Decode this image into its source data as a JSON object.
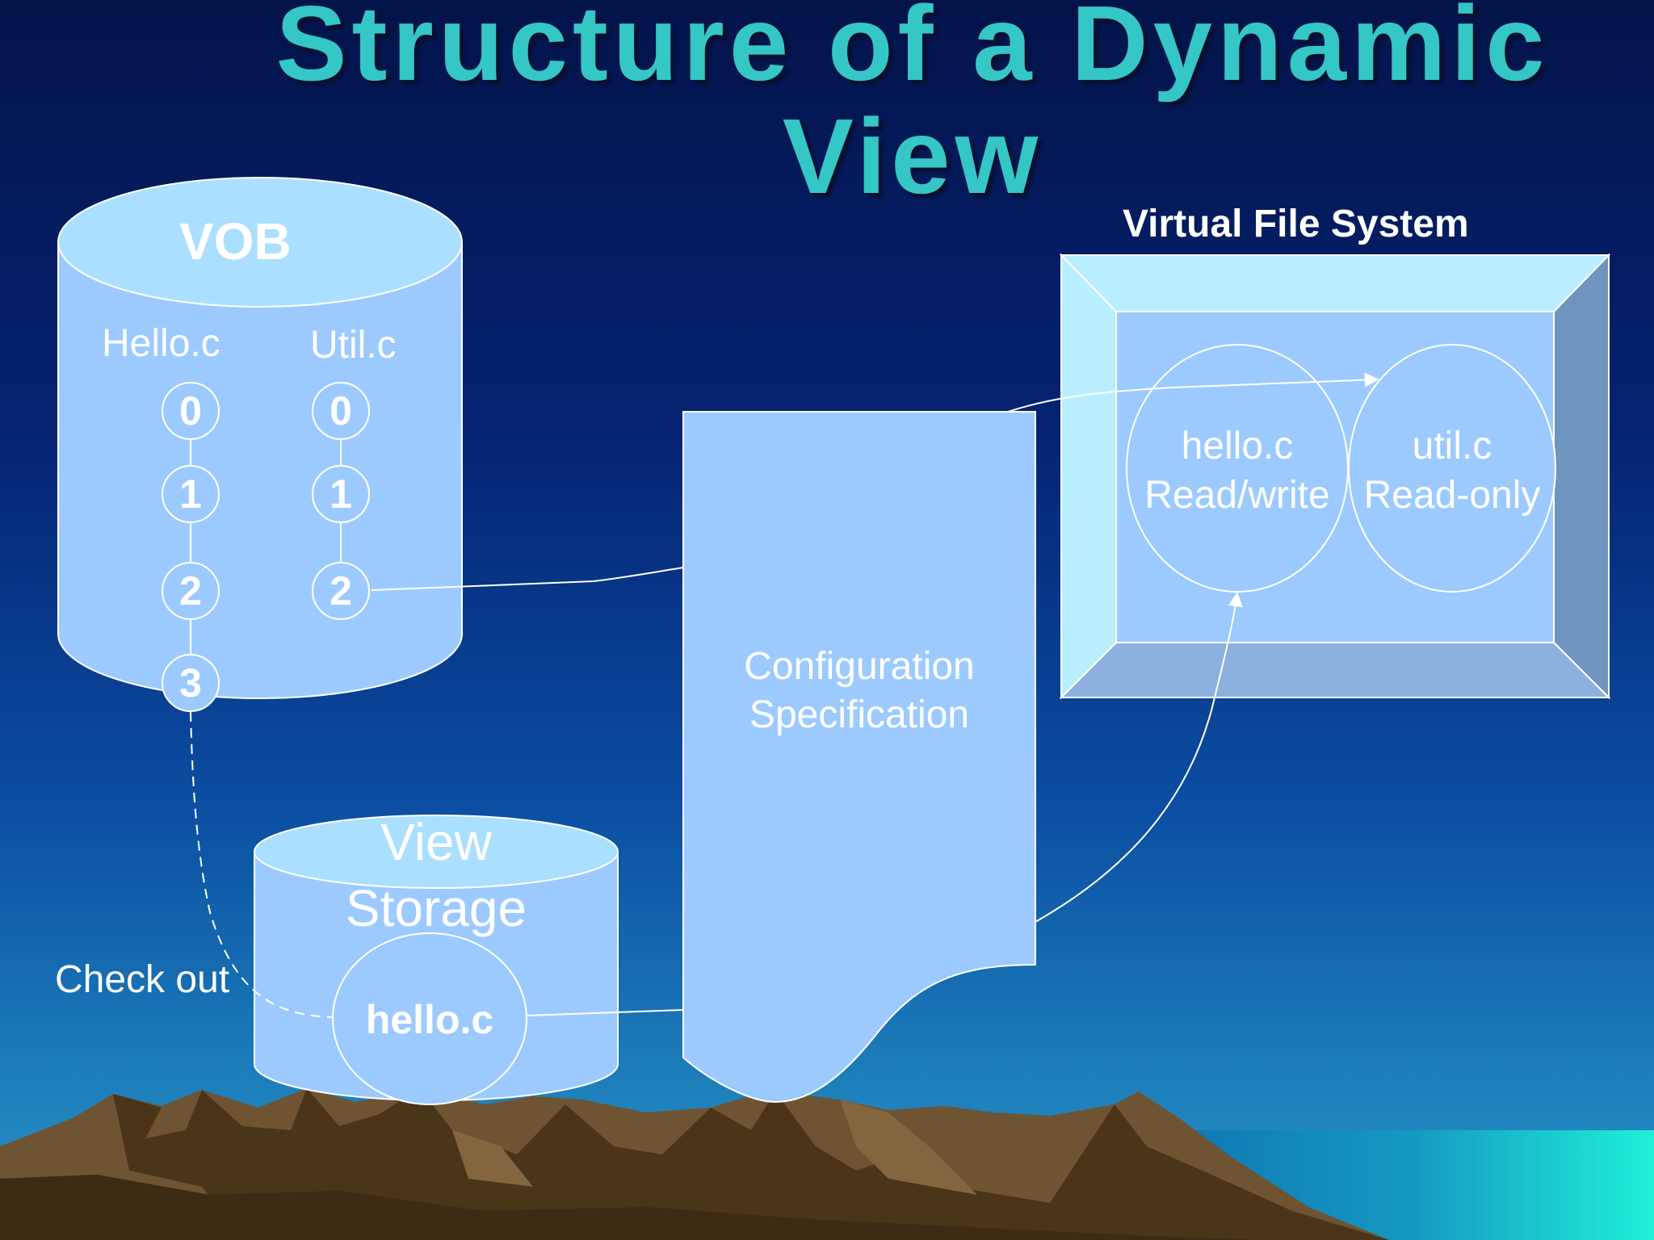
{
  "slide": {
    "title_line1": "Structure of a Dynamic",
    "title_line2": "View"
  },
  "vob": {
    "label": "VOB",
    "files": [
      {
        "name": "Hello.c",
        "versions": [
          "0",
          "1",
          "2",
          "3"
        ]
      },
      {
        "name": "Util.c",
        "versions": [
          "0",
          "1",
          "2"
        ]
      }
    ]
  },
  "config_spec": {
    "line1": "Configuration",
    "line2": "Specification"
  },
  "view_storage": {
    "line1": "View",
    "line2": "Storage",
    "file": "hello.c"
  },
  "checkout": {
    "label": "Check out"
  },
  "vfs": {
    "label": "Virtual File System",
    "files": [
      {
        "name": "hello.c",
        "mode": "Read/write"
      },
      {
        "name": "util.c",
        "mode": "Read-only"
      }
    ]
  },
  "colors": {
    "shape_fill": "#9ccaff",
    "shape_top": "#abdfff",
    "frame_light": "#b9eeff",
    "frame_dark": "#6f94bd",
    "title": "#35c6c6",
    "sea": "#1ef0d8",
    "mountain": "#6b4f2d"
  }
}
